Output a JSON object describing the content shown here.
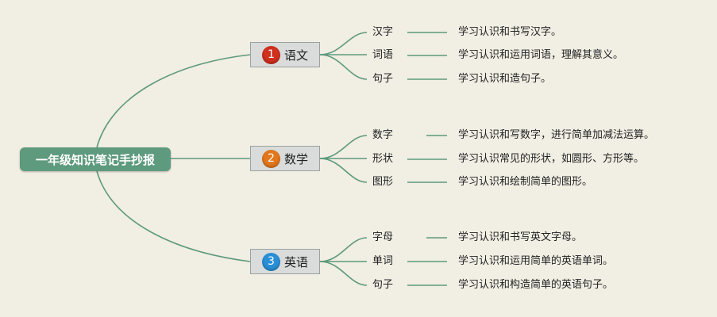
{
  "root": {
    "title": "一年级知识笔记手抄报"
  },
  "colors": {
    "line": "#5e9a7d",
    "root_bg": "#5e9a7d"
  },
  "branches": [
    {
      "num": "1",
      "label": "语文",
      "badge_color": "#d0301e",
      "items": [
        {
          "topic": "汉字",
          "desc": "学习认识和书写汉字。"
        },
        {
          "topic": "词语",
          "desc": "学习认识和运用词语，理解其意义。"
        },
        {
          "topic": "句子",
          "desc": "学习认识和造句子。"
        }
      ]
    },
    {
      "num": "2",
      "label": "数学",
      "badge_color": "#e2771c",
      "items": [
        {
          "topic": "数字",
          "desc": "学习认识和写数字，进行简单加减法运算。"
        },
        {
          "topic": "形状",
          "desc": "学习认识常见的形状，如圆形、方形等。"
        },
        {
          "topic": "图形",
          "desc": "学习认识和绘制简单的图形。"
        }
      ]
    },
    {
      "num": "3",
      "label": "英语",
      "badge_color": "#2a8fd6",
      "items": [
        {
          "topic": "字母",
          "desc": "学习认识和书写英文字母。"
        },
        {
          "topic": "单词",
          "desc": "学习认识和运用简单的英语单词。"
        },
        {
          "topic": "句子",
          "desc": "学习认识和构造简单的英语句子。"
        }
      ]
    }
  ]
}
